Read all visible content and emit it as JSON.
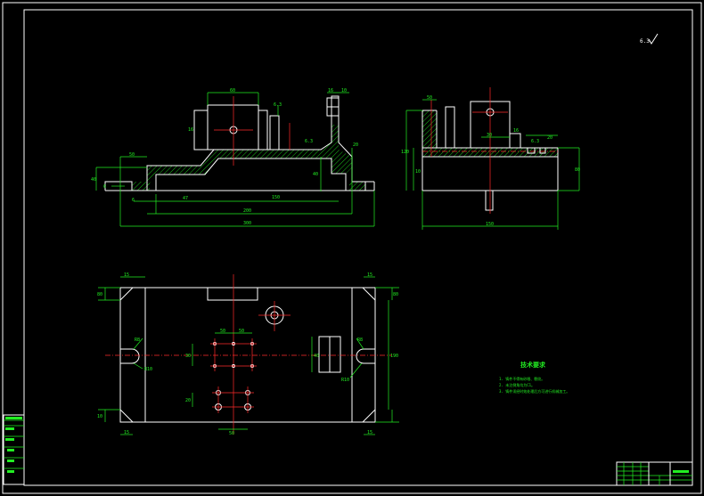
{
  "drawing": {
    "background": "#000000",
    "line_color": "#ffffff",
    "dimension_color": "#22ee22",
    "centerline_color": "#ff2a2a",
    "roughness_mark": "6.3",
    "front_view_dims": {
      "top_boss_width": "60",
      "boss_height": "16",
      "post_top": "16",
      "post_width": "10",
      "left_step": "50",
      "left_height": "40",
      "right_height": "40",
      "inner_bottom": "47",
      "inner_length": "150",
      "overall_inner": "200",
      "overall_length": "300",
      "right_step": "20",
      "small_a": "6",
      "small_b": "6.3",
      "small_c": "6.3",
      "left_depth": "6"
    },
    "side_view_dims": {
      "left_top": "50",
      "boss_width": "30",
      "gap": "16",
      "total_height": "120",
      "inner_step": "10",
      "right_step": "20",
      "right_height": "80",
      "overall_width": "150",
      "roughness": "6.3"
    },
    "plan_view_dims": {
      "corner_tl": "15",
      "corner_tr": "15",
      "corner_bl": "15",
      "corner_br": "15",
      "left_height": "80",
      "right_height": "80",
      "slot_left": "R8",
      "slot_right": "R8",
      "hole_spacing_a": "50",
      "hole_spacing_b": "50",
      "hole_vert": "30",
      "mid_vert": "40",
      "overall_height": "190",
      "bottom_spacing": "50",
      "bottom_vert": "20",
      "slot_depth": "10",
      "left_r": "R10",
      "right_r": "R10"
    },
    "notes": {
      "title": "技术要求",
      "lines": [
        "1. 铸件不得有砂眼、裂纹。",
        "2. 未注倒角均为C1。",
        "3. 铸件须经时效处理后方可进行机械加工。"
      ]
    },
    "left_title_strip": [
      "",
      "",
      "",
      "",
      "",
      ""
    ]
  }
}
